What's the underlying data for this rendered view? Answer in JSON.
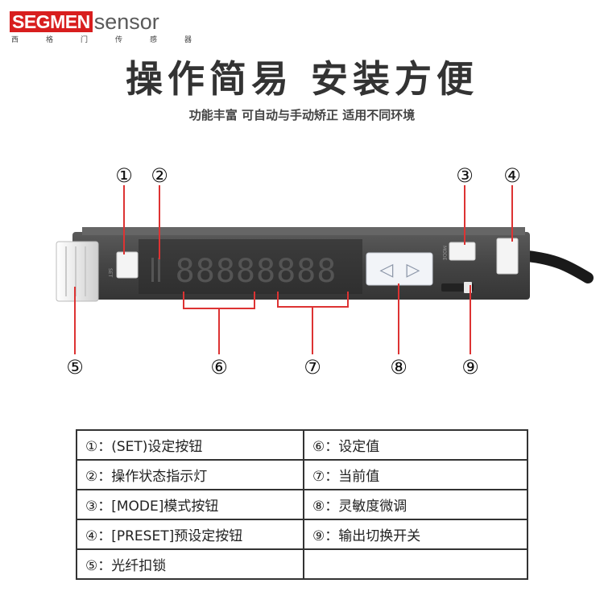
{
  "logo": {
    "brand_box": "SEGMEN",
    "brand_rest": "sensor",
    "sub_chars": [
      "西",
      "格",
      "门",
      "传",
      "感",
      "器"
    ]
  },
  "headline": "操作简易 安装方便",
  "subheadline": "功能丰富 可自动与手动矫正 适用不同环境",
  "device": {
    "set_label": "SET",
    "mode_label": "MODE",
    "display_digits": "88888888",
    "left_arrow": "◁",
    "right_arrow": "▷"
  },
  "callouts": [
    "①",
    "②",
    "③",
    "④",
    "⑤",
    "⑥",
    "⑦",
    "⑧",
    "⑨"
  ],
  "table": {
    "rows": [
      [
        "①：(SET)设定按钮",
        "⑥：设定值"
      ],
      [
        "②：操作状态指示灯",
        "⑦：当前值"
      ],
      [
        "③：[MODE]模式按钮",
        "⑧：灵敏度微调"
      ],
      [
        "④：[PRESET]预设定按钮",
        "⑨：输出切换开关"
      ],
      [
        "⑤：光纤扣锁",
        ""
      ]
    ]
  }
}
